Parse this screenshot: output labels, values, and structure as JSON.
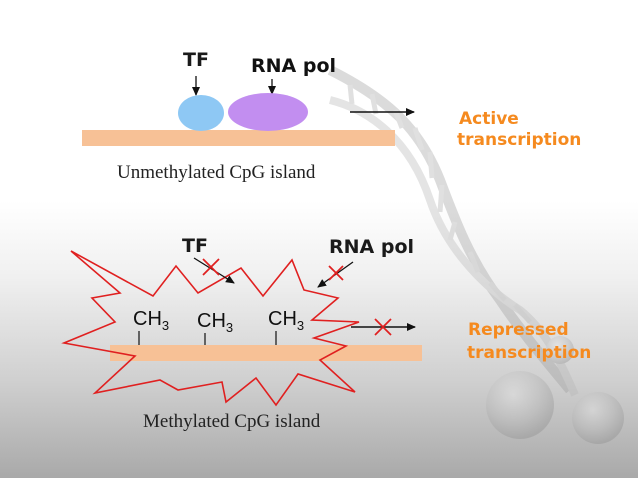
{
  "top_panel": {
    "tf_label": "TF",
    "rna_pol_label": "RNA pol",
    "caption": "Unmethylated CpG island",
    "status_line1": "Active",
    "status_line2": "transcription"
  },
  "bottom_panel": {
    "tf_label": "TF",
    "rna_pol_label": "RNA pol",
    "methyl_group": "CH",
    "methyl_subscript": "3",
    "caption": "Methylated CpG island",
    "status_line1": "Repressed",
    "status_line2": "transcription"
  },
  "colors": {
    "dna_strand": "#f7c196",
    "tf_blob": "#8ec8f4",
    "rna_pol_blob": "#c28ef0",
    "status_text": "#f58a1f",
    "block_cross": "#e02020",
    "burst_stroke": "#e02020"
  }
}
